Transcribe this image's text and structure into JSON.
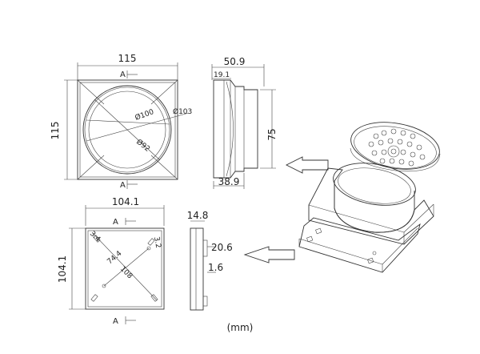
{
  "top_view": {
    "width_dim": "115",
    "height_dim": "115",
    "section_label_top": "A",
    "section_label_bottom": "A",
    "dia_outer": "Ø103",
    "dia_mid": "Ø100",
    "dia_inner": "Ø92"
  },
  "side_view": {
    "overall_dim": "50.9",
    "flange_dim": "19.1",
    "height_dim": "75",
    "base_dim": "38.9"
  },
  "base_view": {
    "width_dim": "104.1",
    "height_dim": "104.1",
    "section_label_top": "A",
    "section_label_bottom": "A",
    "slot_dim_a": "3.4",
    "slot_dim_b": "3.2",
    "diag_short": "74.4",
    "diag_long": "108"
  },
  "base_side_view": {
    "top_dim": "14.8",
    "mid_dim": "20.6",
    "small_dim": "1.6"
  },
  "unit_note": "(mm)"
}
